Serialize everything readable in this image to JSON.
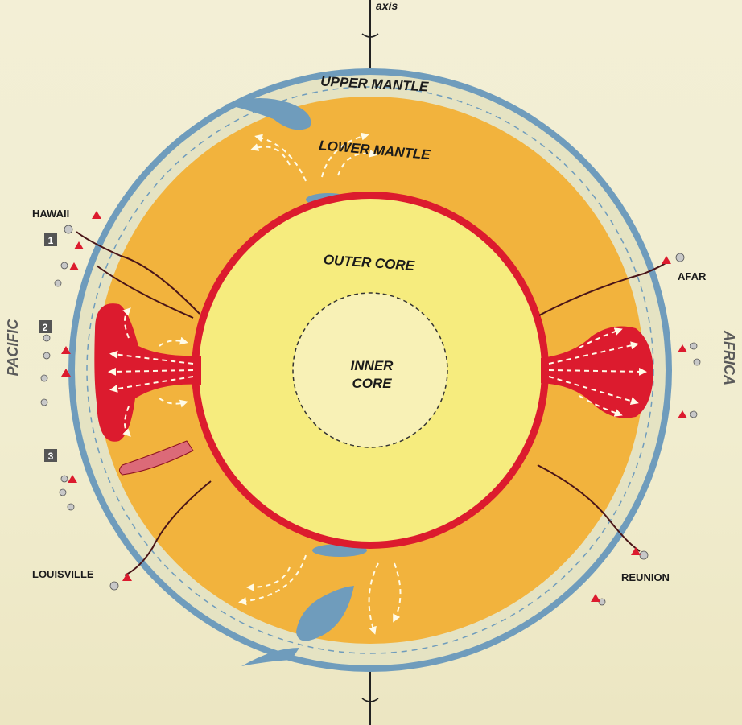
{
  "diagram": {
    "axis_label": "axis",
    "layers": {
      "upper_mantle": "UPPER MANTLE",
      "lower_mantle": "LOWER MANTLE",
      "outer_core": "OUTER CORE",
      "inner_core_line1": "INNER",
      "inner_core_line2": "CORE"
    },
    "regions": {
      "left": "PACIFIC",
      "right": "AFRICA"
    },
    "hotspots": {
      "hawaii": "HAWAII",
      "afar": "AFAR",
      "louisville": "LOUISVILLE",
      "reunion": "REUNION"
    },
    "markers": [
      "1",
      "2",
      "3"
    ],
    "colors": {
      "background": "#f2eed3",
      "crust": "#6f9cbc",
      "upper_mantle": "#e5e3c3",
      "lower_mantle": "#f2b33d",
      "outer_core": "#f6ec7e",
      "inner_core": "#f8f1b6",
      "plume": "#dc1b2e"
    }
  }
}
